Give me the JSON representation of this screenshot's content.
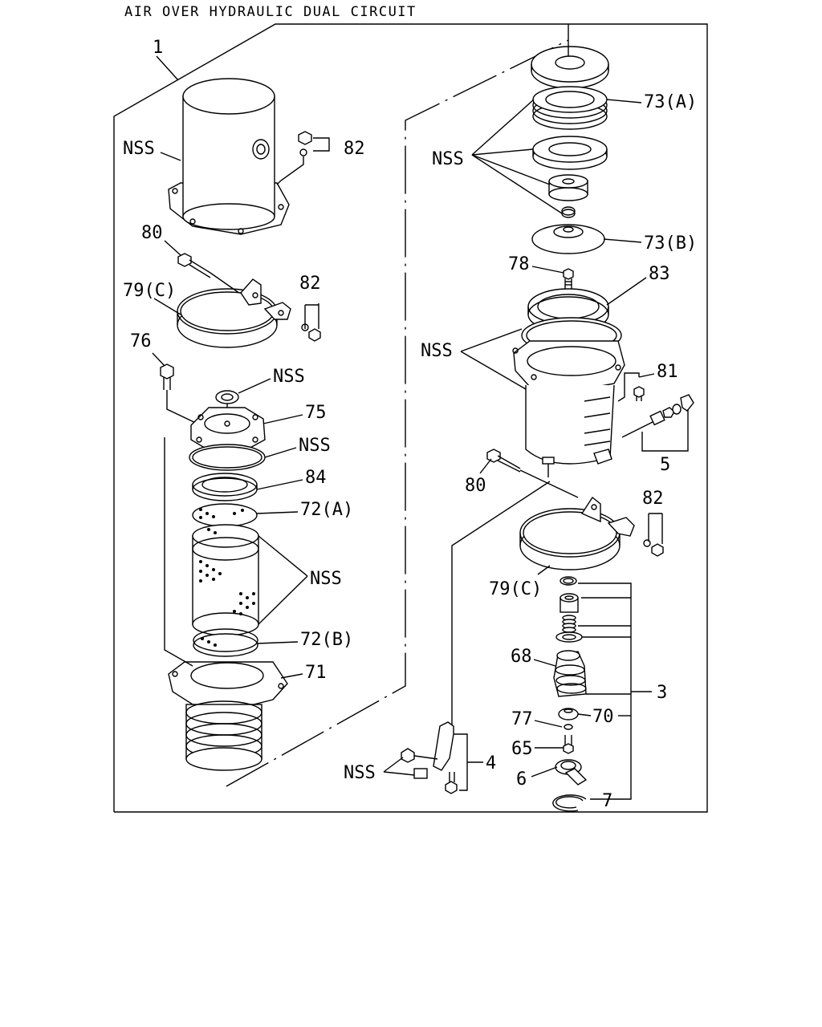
{
  "title": "AIR OVER HYDRAULIC DUAL CIRCUIT",
  "labels": {
    "l1": "1",
    "nss_top": "NSS",
    "l82_top": "82",
    "l80_left": "80",
    "l79c_left": "79(C)",
    "l82_mid": "82",
    "l76": "76",
    "nss_cap": "NSS",
    "l75": "75",
    "nss_ring": "NSS",
    "l84": "84",
    "l72a": "72(A)",
    "nss_screen": "NSS",
    "l72b": "72(B)",
    "l71": "71",
    "nss_right_top": "NSS",
    "l73a": "73(A)",
    "l73b": "73(B)",
    "l78": "78",
    "l83": "83",
    "nss_right_mid": "NSS",
    "l81": "81",
    "l5": "5",
    "l80_right": "80",
    "l82_right": "82",
    "l79c_right": "79(C)",
    "l68": "68",
    "l3": "3",
    "l77": "77",
    "l70": "70",
    "l65": "65",
    "nss_bottom": "NSS",
    "l4": "4",
    "l6": "6",
    "l7": "7"
  }
}
